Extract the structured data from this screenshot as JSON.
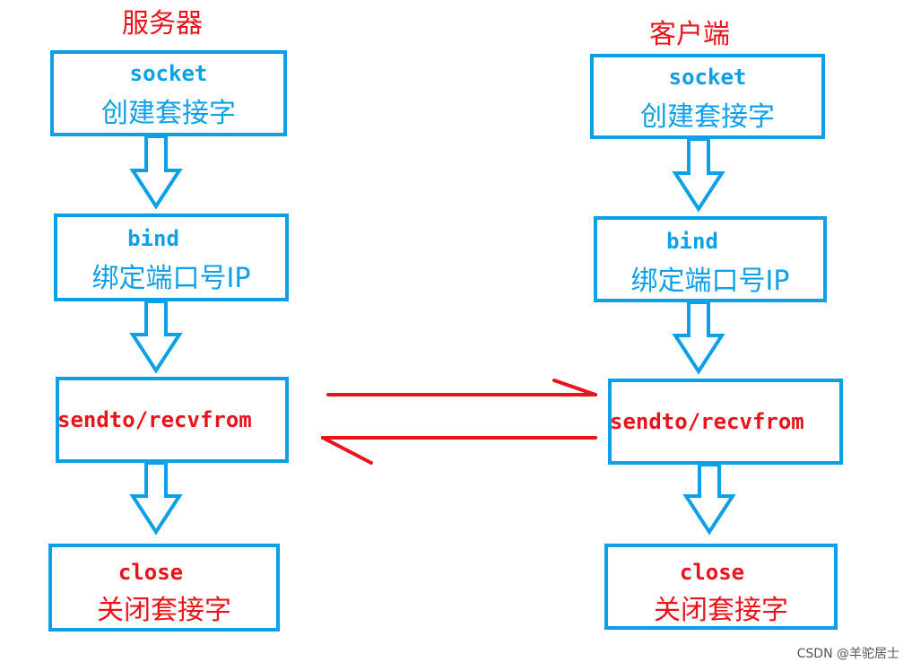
{
  "colors": {
    "box": "#0ea0e6",
    "accent": "#e8141b"
  },
  "server": {
    "title": "服务器",
    "steps": [
      {
        "code": "socket",
        "desc": "创建套接字"
      },
      {
        "code": "bind",
        "desc": "绑定端口号IP"
      },
      {
        "code": "sendto/recvfrom",
        "desc": ""
      },
      {
        "code": "close",
        "desc": "关闭套接字"
      }
    ]
  },
  "client": {
    "title": "客户端",
    "steps": [
      {
        "code": "socket",
        "desc": "创建套接字"
      },
      {
        "code": "bind",
        "desc": "绑定端口号IP"
      },
      {
        "code": "sendto/recvfrom",
        "desc": ""
      },
      {
        "code": "close",
        "desc": "关闭套接字"
      }
    ]
  },
  "watermark": "CSDN @羊驼居士"
}
